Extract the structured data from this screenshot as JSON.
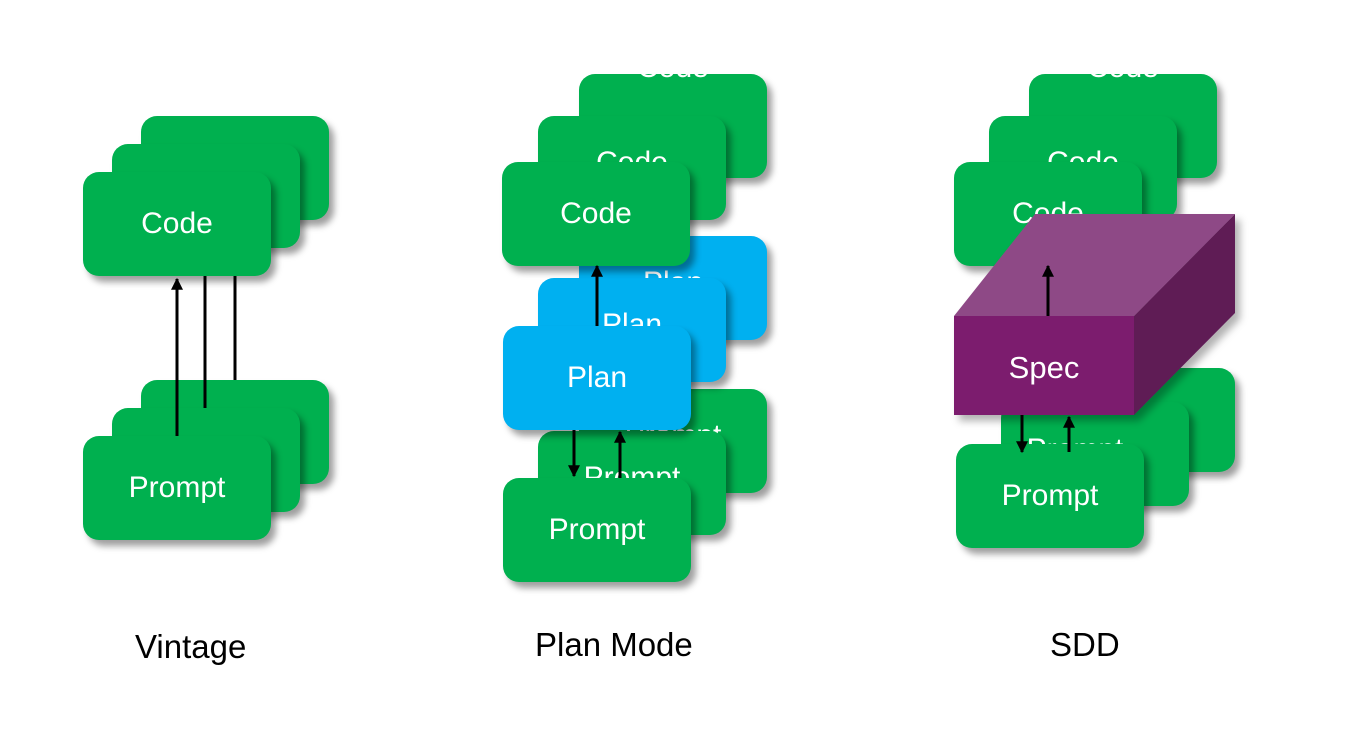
{
  "vintage": {
    "code_label": "Code",
    "prompt_label": "Prompt",
    "caption": "Vintage"
  },
  "plan_mode": {
    "code_label": "Code",
    "plan_label": "Plan",
    "prompt_label": "Prompt",
    "caption": "Plan Mode"
  },
  "sdd": {
    "code_label": "Code",
    "spec_label": "Spec",
    "prompt_label": "Prompt",
    "caption": "SDD"
  },
  "colors": {
    "card_green": "#00b04f",
    "card_blue": "#00b0f0",
    "spec_front": "#7b1f6e",
    "spec_top": "#8e4a86",
    "spec_side": "#5e1a55",
    "arrow": "#000000"
  }
}
